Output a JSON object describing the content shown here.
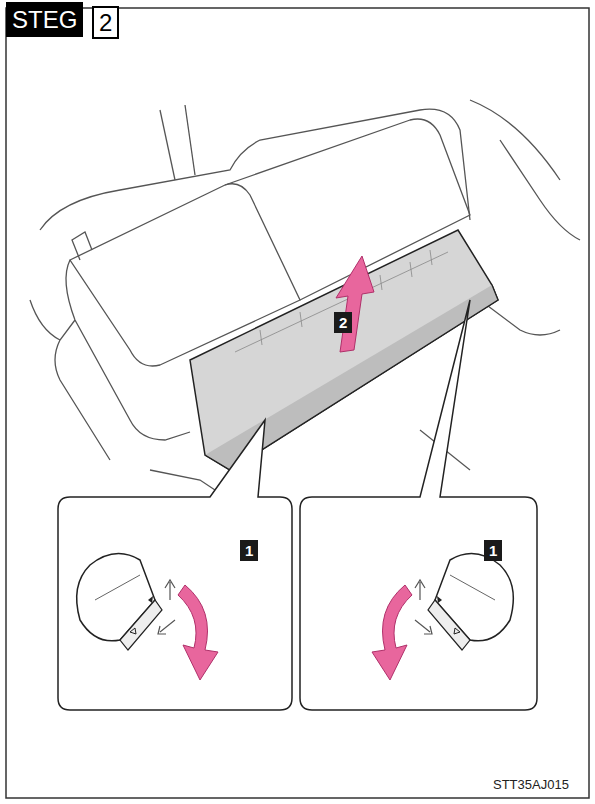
{
  "diagram": {
    "labels": [
      "STEG",
      "2",
      "2",
      "1",
      "1",
      "STT35AJ015"
    ]
  }
}
